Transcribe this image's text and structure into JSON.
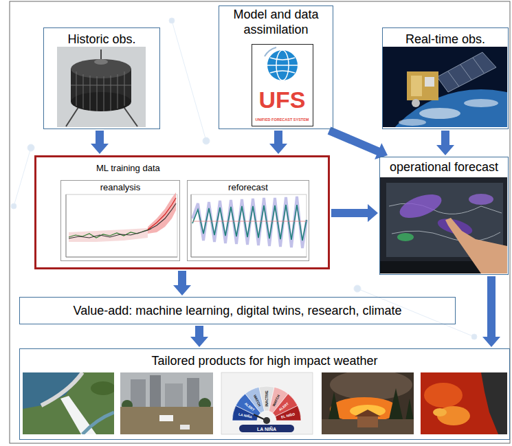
{
  "diagram": {
    "nodes": [
      {
        "text": [
          "Historic obs."
        ]
      },
      {
        "text": [
          "Model and data assimilation"
        ]
      },
      {
        "text": [
          "UFS",
          "UNIFIED FORECAST SYSTEM"
        ],
        "in": 1
      },
      {
        "text": [
          "Real-time obs."
        ]
      },
      {
        "text": [
          "ML training data"
        ]
      },
      {
        "text": [
          "reanalysis"
        ],
        "in": 4
      },
      {
        "text": [
          "reforecast"
        ],
        "in": 4
      },
      {
        "text": [
          "operational forecast"
        ]
      },
      {
        "text": [
          "Value-add: machine learning, digital twins, research, climate"
        ]
      },
      {
        "text": [
          "Tailored products for high impact weather"
        ]
      }
    ],
    "edges": [
      {
        "from": 0,
        "to": 4,
        "arrow": "to"
      },
      {
        "from": 1,
        "to": 4,
        "arrow": "to"
      },
      {
        "from": 1,
        "to": 7,
        "arrow": "to"
      },
      {
        "from": 3,
        "to": 7,
        "arrow": "to"
      },
      {
        "from": 4,
        "to": 7,
        "arrow": "to"
      },
      {
        "from": 4,
        "to": 8,
        "arrow": "to"
      },
      {
        "from": 7,
        "to": 9,
        "arrow": "to"
      },
      {
        "from": 8,
        "to": 9,
        "arrow": "to"
      }
    ],
    "labels": [
      "LA NIÑA",
      "ALERT",
      "WATCH",
      "INACTIVE",
      "WATCH",
      "ALERT",
      "EL NIÑO",
      "LA NIÑA"
    ]
  }
}
